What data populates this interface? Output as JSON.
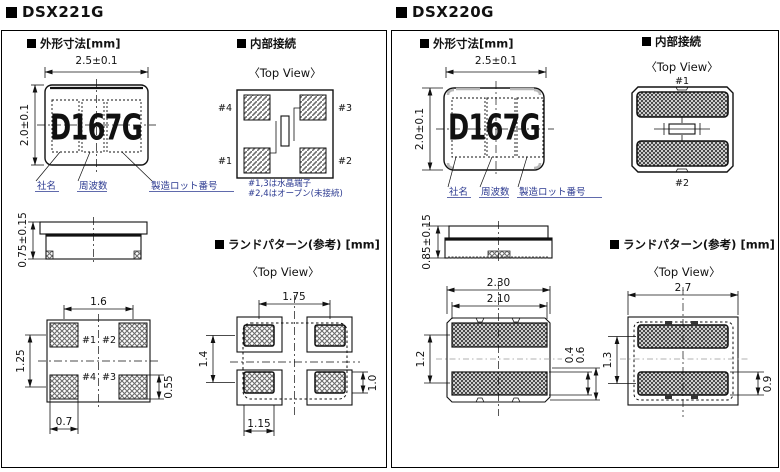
{
  "colors": {
    "line": "#000000",
    "annotation": "#2b3990",
    "background": "#ffffff"
  },
  "p1": {
    "title": "DSX221G",
    "outline_header": "外形寸法[mm]",
    "internal_header": "内部接続",
    "land_header": "ランドパターン(参考) [mm]",
    "top_view": {
      "width_dim": "2.5±0.1",
      "height_dim": "2.0±0.1",
      "marking": "D167G",
      "label_company": "社名",
      "label_frequency": "周波数",
      "label_lot": "製造ロット番号"
    },
    "side_view": {
      "height_dim": "0.75±0.15"
    },
    "bottom_view": {
      "pad1": "#1",
      "pad2": "#2",
      "pad4": "#4",
      "pad3": "#3",
      "dim_pitch_x": "1.6",
      "dim_pitch_y": "1.25",
      "dim_pad_w": "0.7",
      "dim_pad_h": "0.55"
    },
    "internal": {
      "view_label": "〈Top View〉",
      "pad_tl": "#4",
      "pad_tr": "#3",
      "pad_bl": "#1",
      "pad_br": "#2",
      "note1": "#1,3は水晶端子",
      "note2": "#2,4はオープン(未接続)"
    },
    "land": {
      "view_label": "〈Top View〉",
      "dim_pitch_x": "1.75",
      "dim_pitch_y": "1.4",
      "dim_pad_w": "1.15",
      "dim_pad_h": "1.0"
    }
  },
  "p2": {
    "title": "DSX220G",
    "outline_header": "外形寸法[mm]",
    "internal_header": "内部接続",
    "land_header": "ランドパターン(参考) [mm]",
    "top_view": {
      "width_dim": "2.5±0.1",
      "height_dim": "2.0±0.1",
      "marking": "D167G",
      "label_company": "社名",
      "label_frequency": "周波数",
      "label_lot": "製造ロット番号"
    },
    "side_view": {
      "height_dim": "0.85±0.15"
    },
    "bottom_view": {
      "dim_outer_w": "2.30",
      "dim_pad_w": "2.10",
      "dim_pitch_y": "1.2",
      "dim_pad_h": "0.4",
      "dim_edge": "0.6"
    },
    "internal": {
      "view_label": "〈Top View〉",
      "pad_top": "#1",
      "pad_bottom": "#2"
    },
    "land": {
      "view_label": "〈Top View〉",
      "dim_pad_w": "2.7",
      "dim_pitch_y": "1.3",
      "dim_pad_h": "0.9"
    }
  }
}
